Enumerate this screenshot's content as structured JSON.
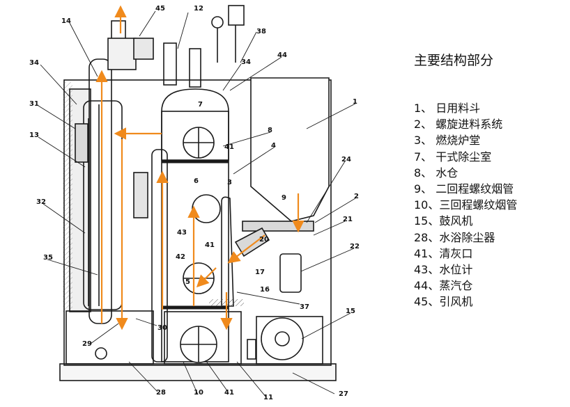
{
  "colors": {
    "line": "#1a1a1a",
    "flow_arrow": "#f08a1c",
    "fill_grey": "#d9d9d9",
    "fill_light": "#eeeeee"
  },
  "legend": {
    "title": "主要结构部分",
    "items": [
      "1、  日用料斗",
      "2、  螺旋进料系统",
      "3、  燃烧炉堂",
      "7、  干式除尘室",
      "8、  水仓",
      "9、  二回程螺纹烟管",
      "10、三回程螺纹烟管",
      "15、鼓风机",
      "28、水浴除尘器",
      "41、清灰口",
      "43、水位计",
      "44、蒸汽仓",
      "45、引风机"
    ]
  },
  "callouts": [
    "45",
    "12",
    "14",
    "38",
    "34",
    "44",
    "34",
    "31",
    "1",
    "13",
    "8",
    "4",
    "24",
    "32",
    "2",
    "21",
    "20",
    "22",
    "35",
    "17",
    "16",
    "37",
    "15",
    "29",
    "30",
    "28",
    "10",
    "41",
    "11",
    "27",
    "7",
    "41",
    "6",
    "43",
    "3",
    "9",
    "41",
    "42",
    "5"
  ]
}
